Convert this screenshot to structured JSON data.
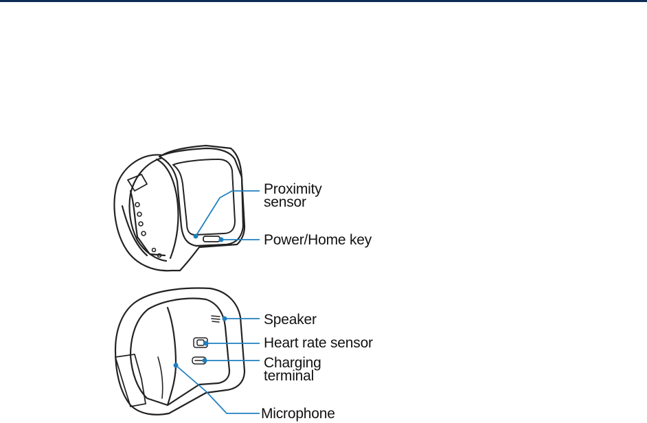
{
  "header": {
    "rule_color": "#0d2d57"
  },
  "callouts": {
    "proximity_sensor": [
      "Proximity",
      "sensor"
    ],
    "power_home_key": "Power/Home key",
    "speaker": "Speaker",
    "heart_rate_sensor": "Heart rate sensor",
    "charging_terminal": [
      "Charging",
      "terminal"
    ],
    "microphone": "Microphone"
  },
  "colors": {
    "leader_line": "#1e7fc0",
    "outline": "#222222"
  }
}
